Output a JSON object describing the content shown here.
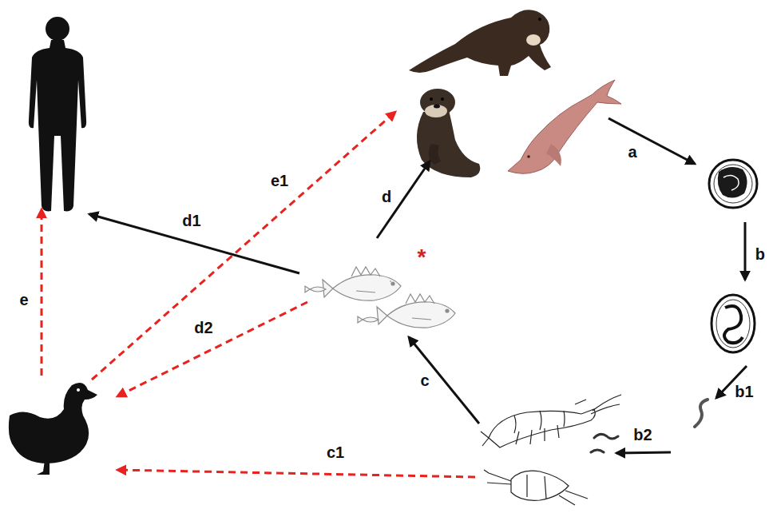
{
  "diagram": {
    "labels": [
      "a",
      "e1",
      "d",
      "d1",
      "b",
      "*",
      "e",
      "d2",
      "c",
      "b1",
      "b2",
      "c1"
    ]
  }
}
